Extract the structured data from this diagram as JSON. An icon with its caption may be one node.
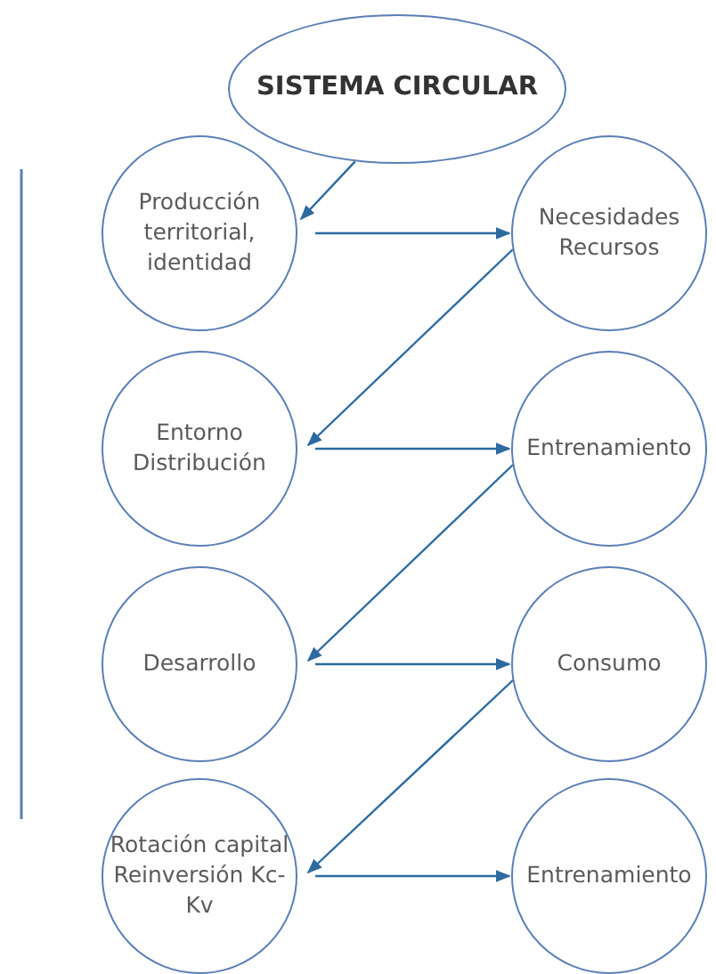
{
  "diagram": {
    "nodes": [
      {
        "text": [
          "SISTEMA CIRCULAR"
        ]
      },
      {
        "text": [
          "Producción territorial, identidad"
        ]
      },
      {
        "text": [
          "Necesidades Recursos"
        ]
      },
      {
        "text": [
          "Entorno Distribución"
        ]
      },
      {
        "text": [
          "Entrenamiento"
        ]
      },
      {
        "text": [
          "Desarrollo"
        ]
      },
      {
        "text": [
          "Consumo"
        ]
      },
      {
        "text": [
          "Rotación capital Reinversión Kc-Kv"
        ]
      },
      {
        "text": [
          "Entrenamiento"
        ]
      }
    ],
    "edges": [
      {
        "from": 0,
        "to": 1,
        "arrow": "to"
      },
      {
        "from": 1,
        "to": 2,
        "arrow": "to"
      },
      {
        "from": 2,
        "to": 3,
        "arrow": "to"
      },
      {
        "from": 3,
        "to": 4,
        "arrow": "to"
      },
      {
        "from": 4,
        "to": 5,
        "arrow": "to"
      },
      {
        "from": 5,
        "to": 6,
        "arrow": "to"
      },
      {
        "from": 6,
        "to": 7,
        "arrow": "to"
      },
      {
        "from": 7,
        "to": 8,
        "arrow": "to"
      }
    ]
  }
}
